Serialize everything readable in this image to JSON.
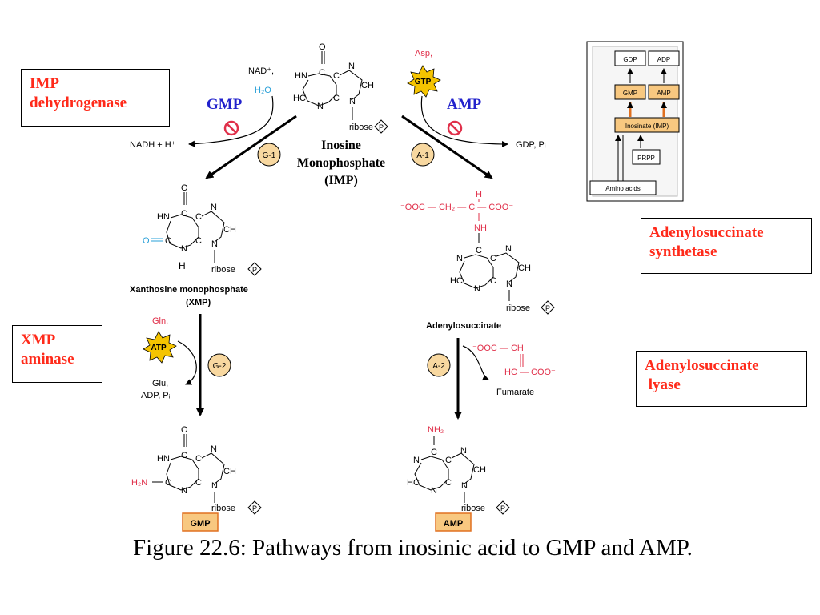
{
  "enzyme_labels": {
    "imp_dehydrogenase": [
      "IMP",
      "dehydrogenase"
    ],
    "xmp_aminase": [
      "XMP",
      "aminase"
    ],
    "adenylosuccinate_synthetase": [
      "Adenylosuccinate",
      "synthetase"
    ],
    "adenylosuccinate_lyase": [
      "Adenylosuccinate",
      " lyase"
    ]
  },
  "pathway_labels": {
    "gmp": "GMP",
    "amp": "AMP"
  },
  "center": {
    "title_lines": [
      "Inosine",
      "Monophosphate",
      "(IMP)"
    ]
  },
  "reagents": {
    "nad": "NAD⁺,",
    "h2o": "H₂O",
    "nadh": "NADH + H⁺",
    "asp": "Asp,",
    "gtp": "GTP",
    "gdp": "GDP, Pᵢ",
    "gln": "Gln,",
    "atp": "ATP",
    "glu": "Glu,",
    "adp": "ADP, Pᵢ",
    "fumarate": "Fumarate"
  },
  "steps": {
    "g1": "G-1",
    "g2": "G-2",
    "a1": "A-1",
    "a2": "A-2"
  },
  "compounds": {
    "xmp_name": "Xanthosine monophosphate",
    "xmp_abbr": "(XMP)",
    "adenylosuccinate": "Adenylosuccinate",
    "gmp": "GMP",
    "amp": "AMP",
    "ribose": "ribose",
    "phosphate": "P"
  },
  "structure_text": {
    "adenylosuccinate_top": "⁻OOC — CH₂ — C — COO⁻",
    "h": "H",
    "nh": "NH",
    "fumarate_top": "⁻OOC — CH",
    "fumarate_bottom": "HC — COO⁻",
    "nh2": "NH₂",
    "h2n": "H₂N",
    "ring": {
      "o": "O",
      "hn": "HN",
      "c": "C",
      "n": "N",
      "ch": "CH",
      "hc": "HC",
      "h": "H"
    }
  },
  "inset": {
    "gdp": "GDP",
    "adp": "ADP",
    "gmp": "GMP",
    "amp": "AMP",
    "imp": "Inosinate (IMP)",
    "prpp": "PRPP",
    "amino": "Amino acids"
  },
  "caption": "Figure 22.6: Pathways from inosinic acid to GMP and AMP.",
  "colors": {
    "enzyme_red": "#ff2a1a",
    "pathway_blue": "#2222cc",
    "structure_red": "#e0304a",
    "oxygen_blue": "#2aa0d8",
    "step_fill": "#f8d8a0",
    "star_fill": "#f5c400",
    "inset_orange": "#f8c880"
  }
}
